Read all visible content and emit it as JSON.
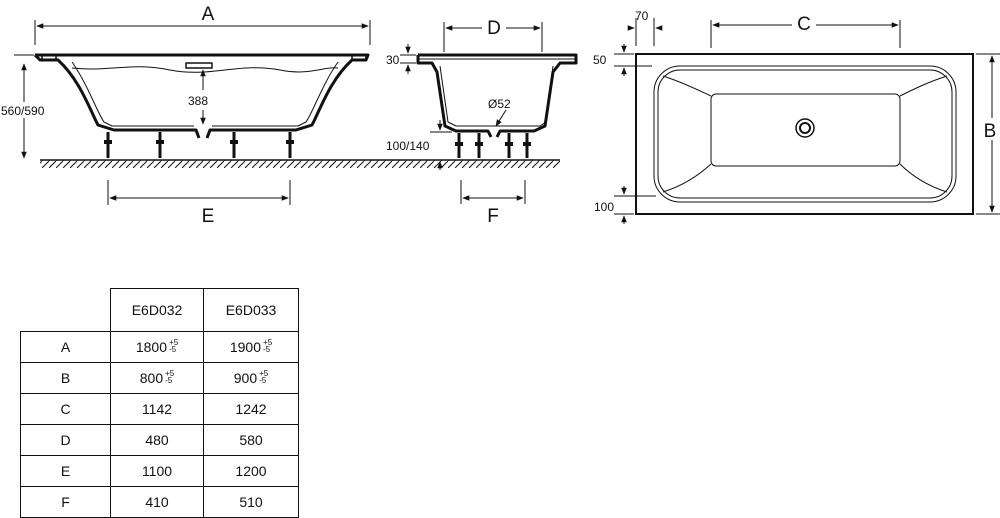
{
  "side_view": {
    "label_A": "A",
    "label_E": "E",
    "height_label": "560/590",
    "depth_label": "388"
  },
  "end_view": {
    "label_D": "D",
    "label_F": "F",
    "rim_label": "30",
    "foot_label": "100/140",
    "drain_label": "Ø52"
  },
  "top_view": {
    "label_C": "C",
    "label_B": "B",
    "offset_top_label": "70",
    "rim_left_label": "50",
    "bottom_label": "100"
  },
  "table": {
    "headers": [
      "E6D032",
      "E6D033"
    ],
    "rows": [
      {
        "key": "A",
        "v1": "1800",
        "t1a": "+5",
        "t1b": "-5",
        "v2": "1900",
        "t2a": "+5",
        "t2b": "-5"
      },
      {
        "key": "B",
        "v1": "800",
        "t1a": "+5",
        "t1b": "-5",
        "v2": "900",
        "t2a": "+5",
        "t2b": "-5"
      },
      {
        "key": "C",
        "v1": "1142",
        "v2": "1242"
      },
      {
        "key": "D",
        "v1": "480",
        "v2": "580"
      },
      {
        "key": "E",
        "v1": "1100",
        "v2": "1200"
      },
      {
        "key": "F",
        "v1": "410",
        "v2": "510"
      }
    ]
  }
}
